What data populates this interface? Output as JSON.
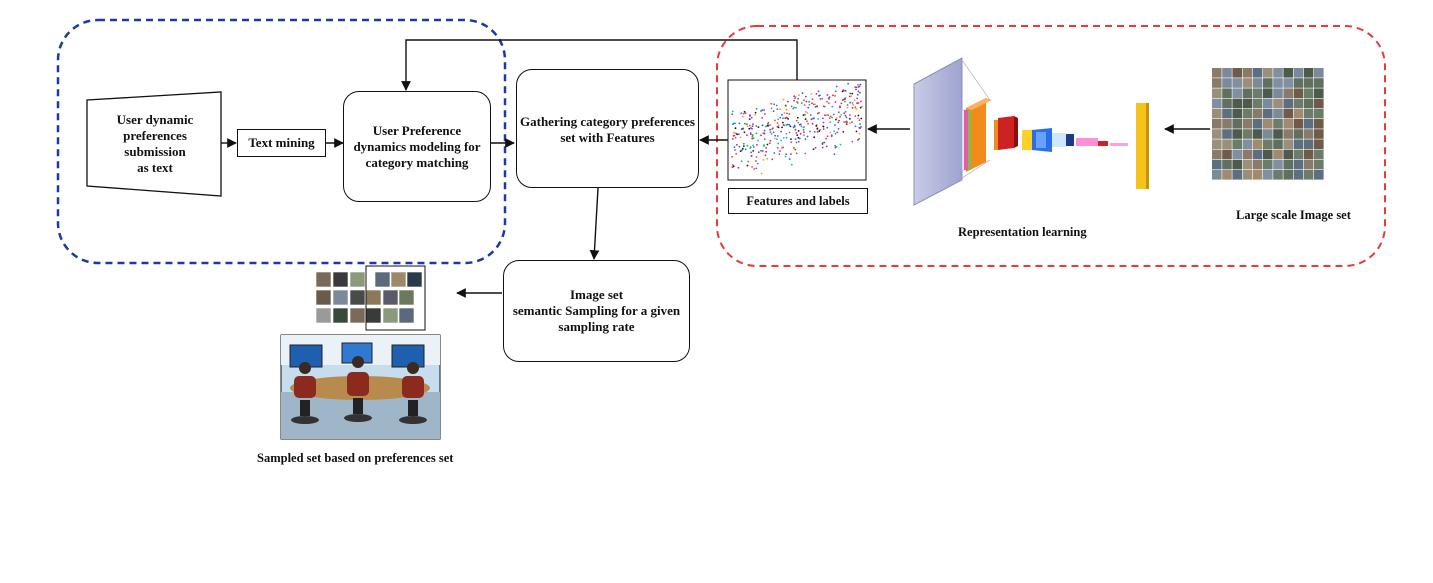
{
  "nodes": {
    "user_submission": "User dynamic\npreferences submission\nas text",
    "text_mining": "Text mining",
    "preference_modeling": "User Preference\ndynamics modeling for\ncategory matching",
    "gathering": "Gathering category  preferences\nset with Features",
    "sampling": "Image set\nsemantic Sampling for a given\nsampling rate",
    "features_labels": "Features and labels"
  },
  "labels": {
    "representation": "Representation learning",
    "large_scale": "Large scale Image set",
    "sampled_set": "Sampled set based on preferences set"
  },
  "colors": {
    "blue_group": "#1a3aa8",
    "red_group": "#e83a3a",
    "arrow": "#111111"
  }
}
